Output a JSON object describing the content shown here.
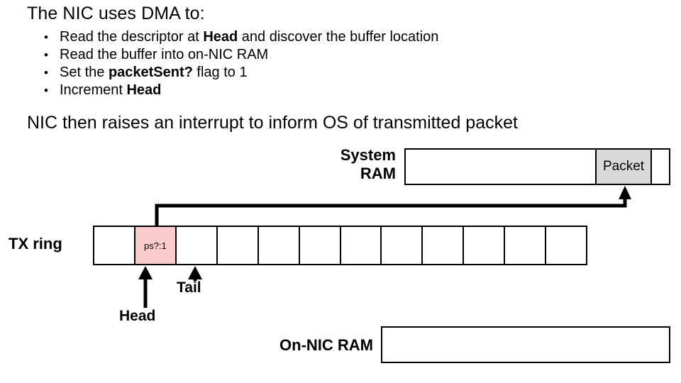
{
  "slide": {
    "headline": "The NIC uses DMA to:",
    "bullets": [
      {
        "marker": "•",
        "pre": "Read the descriptor at ",
        "bold": "Head",
        "post": " and discover the buffer location"
      },
      {
        "marker": "•",
        "pre": "Read the buffer into on-NIC RAM",
        "bold": "",
        "post": ""
      },
      {
        "marker": "•",
        "pre": "Set the ",
        "bold": "packetSent?",
        "post": " flag to 1"
      },
      {
        "marker": "•",
        "pre": "Increment ",
        "bold": "Head",
        "post": ""
      }
    ],
    "subline": "NIC then raises an interrupt to inform OS of transmitted packet"
  },
  "diagram": {
    "system_ram": {
      "label_line1": "System",
      "label_line2": "RAM",
      "segments": [
        {
          "name": "free-left",
          "text": "",
          "fill": "#ffffff"
        },
        {
          "name": "packet",
          "text": "Packet",
          "fill": "#d9d9d9"
        },
        {
          "name": "free-right",
          "text": "",
          "fill": "#ffffff"
        }
      ]
    },
    "tx_ring": {
      "label": "TX ring",
      "cells": [
        {
          "text": "",
          "filled": false
        },
        {
          "text": "ps?:1",
          "filled": true
        },
        {
          "text": "",
          "filled": false
        },
        {
          "text": "",
          "filled": false
        },
        {
          "text": "",
          "filled": false
        },
        {
          "text": "",
          "filled": false
        },
        {
          "text": "",
          "filled": false
        },
        {
          "text": "",
          "filled": false
        },
        {
          "text": "",
          "filled": false
        },
        {
          "text": "",
          "filled": false
        },
        {
          "text": "",
          "filled": false
        },
        {
          "text": "",
          "filled": false
        }
      ]
    },
    "pointers": {
      "head_label": "Head",
      "tail_label": "Tail"
    },
    "on_nic_ram": {
      "label": "On-NIC RAM",
      "content": ""
    },
    "colors": {
      "descriptor_fill": "#fbcccc",
      "packet_fill": "#d9d9d9",
      "stroke": "#000000",
      "background": "#ffffff"
    }
  }
}
